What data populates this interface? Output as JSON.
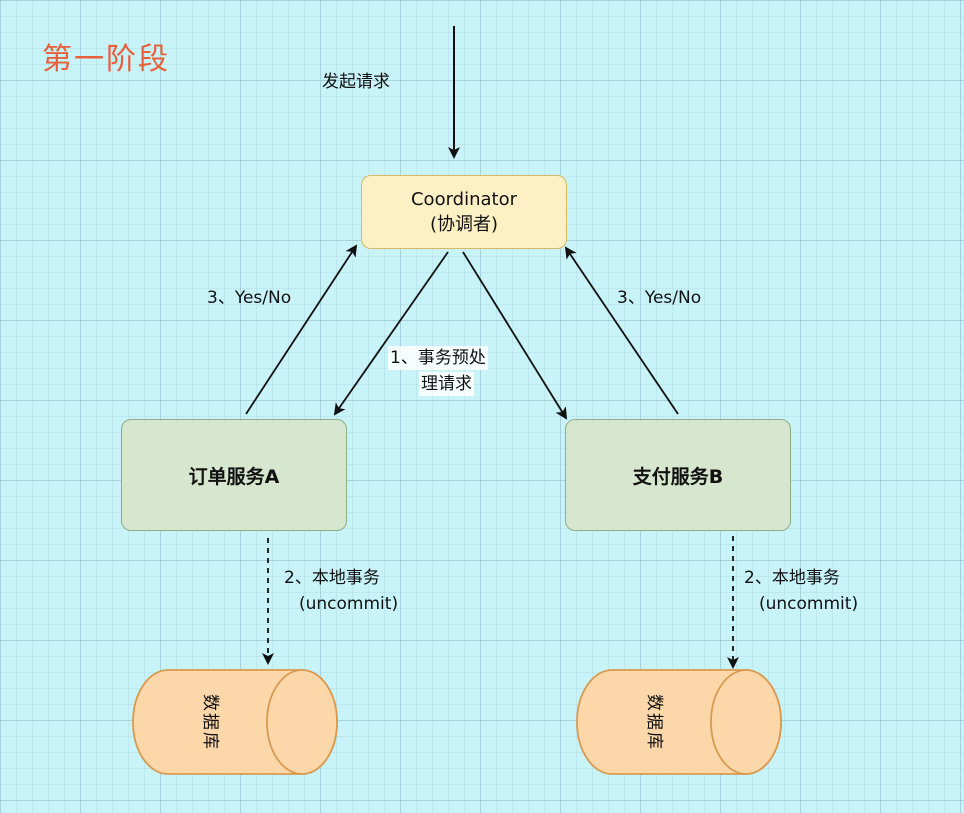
{
  "phase_title": "第一阶段",
  "initiate_label": "发起请求",
  "coordinator": {
    "line1": "Coordinator",
    "line2": "(协调者)"
  },
  "prepare_label": {
    "line1": "1、事务预处",
    "line2": "理请求"
  },
  "vote_left": "3、Yes/No",
  "vote_right": "3、Yes/No",
  "service_a": "订单服务A",
  "service_b": "支付服务B",
  "local_txn_left": {
    "line1": "2、本地事务",
    "line2": "(uncommit)"
  },
  "local_txn_right": {
    "line1": "2、本地事务",
    "line2": "(uncommit)"
  },
  "db_left": "数据库",
  "db_right": "数据库",
  "colors": {
    "title": "#e8603b",
    "coordinator_fill": "#fdf0c4",
    "service_fill": "#d6e6cf",
    "database_fill": "#fcd7aa",
    "background": "#c8f3f8"
  }
}
